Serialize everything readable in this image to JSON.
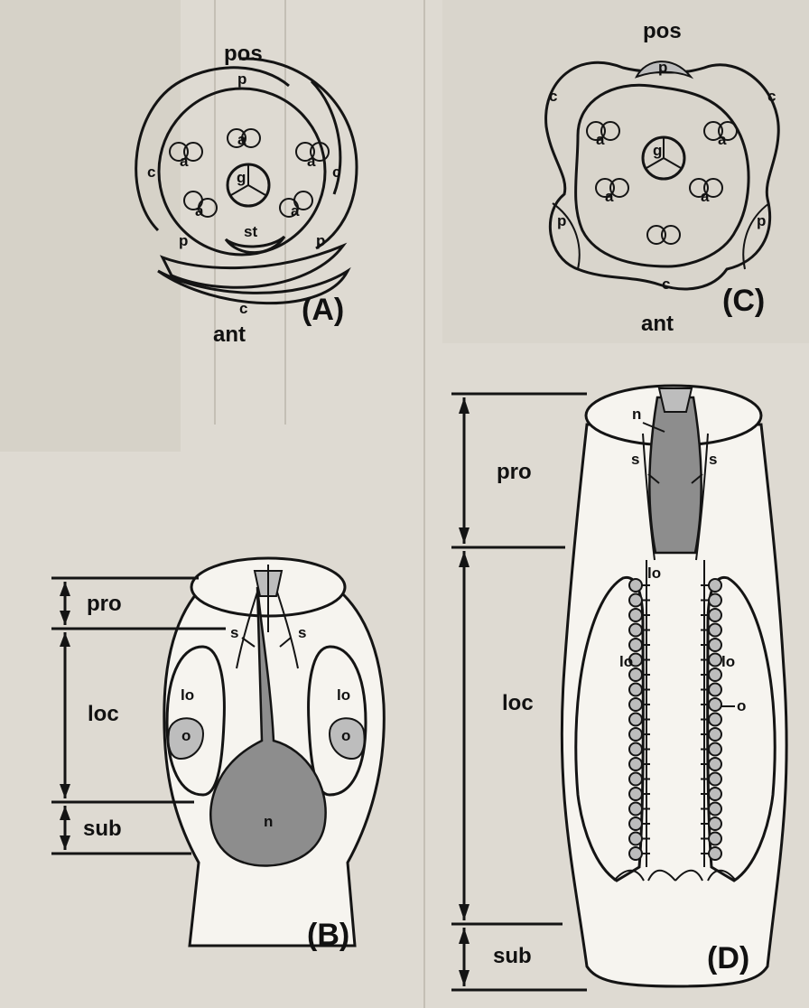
{
  "panels": {
    "A": {
      "panel_label": "(A)",
      "pos": "pos",
      "ant": "ant",
      "p": "p",
      "c": "c",
      "a": "a",
      "g": "g",
      "st": "st"
    },
    "B": {
      "panel_label": "(B)",
      "pro": "pro",
      "loc": "loc",
      "sub": "sub",
      "s": "s",
      "lo": "lo",
      "o": "o",
      "n": "n"
    },
    "C": {
      "panel_label": "(C)",
      "pos": "pos",
      "ant": "ant",
      "p": "p",
      "c": "c",
      "a": "a",
      "g": "g"
    },
    "D": {
      "panel_label": "(D)",
      "pro": "pro",
      "loc": "loc",
      "sub": "sub",
      "s": "s",
      "n": "n",
      "lo": "lo",
      "o": "o"
    }
  },
  "colors": {
    "background": "#dedad2",
    "ink": "#141414",
    "dark_fill": "#8d8d8d",
    "light_fill": "#bdbdbd"
  }
}
